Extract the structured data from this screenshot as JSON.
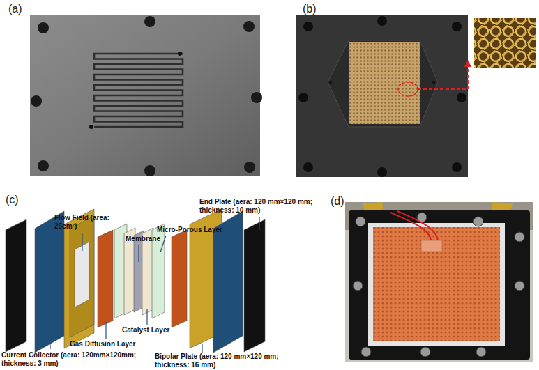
{
  "diagram": {
    "labels": [
      "(a)",
      "(b)",
      "(c)",
      "(d)",
      "Flow Field (area: 25cm²)",
      "Micro-Porous Layer",
      "Membrane",
      "End Plate (aera: 120 mm×120 mm; thickness: 10 mm)",
      "Catalyst Layer",
      "Gas Diffusion Layer",
      "Current Collector (aera: 120mm×120mm; thickness: 3 mm)",
      "Bipolar Plate (aera: 120 mm×120 mm; thickness: 16 mm)"
    ]
  }
}
